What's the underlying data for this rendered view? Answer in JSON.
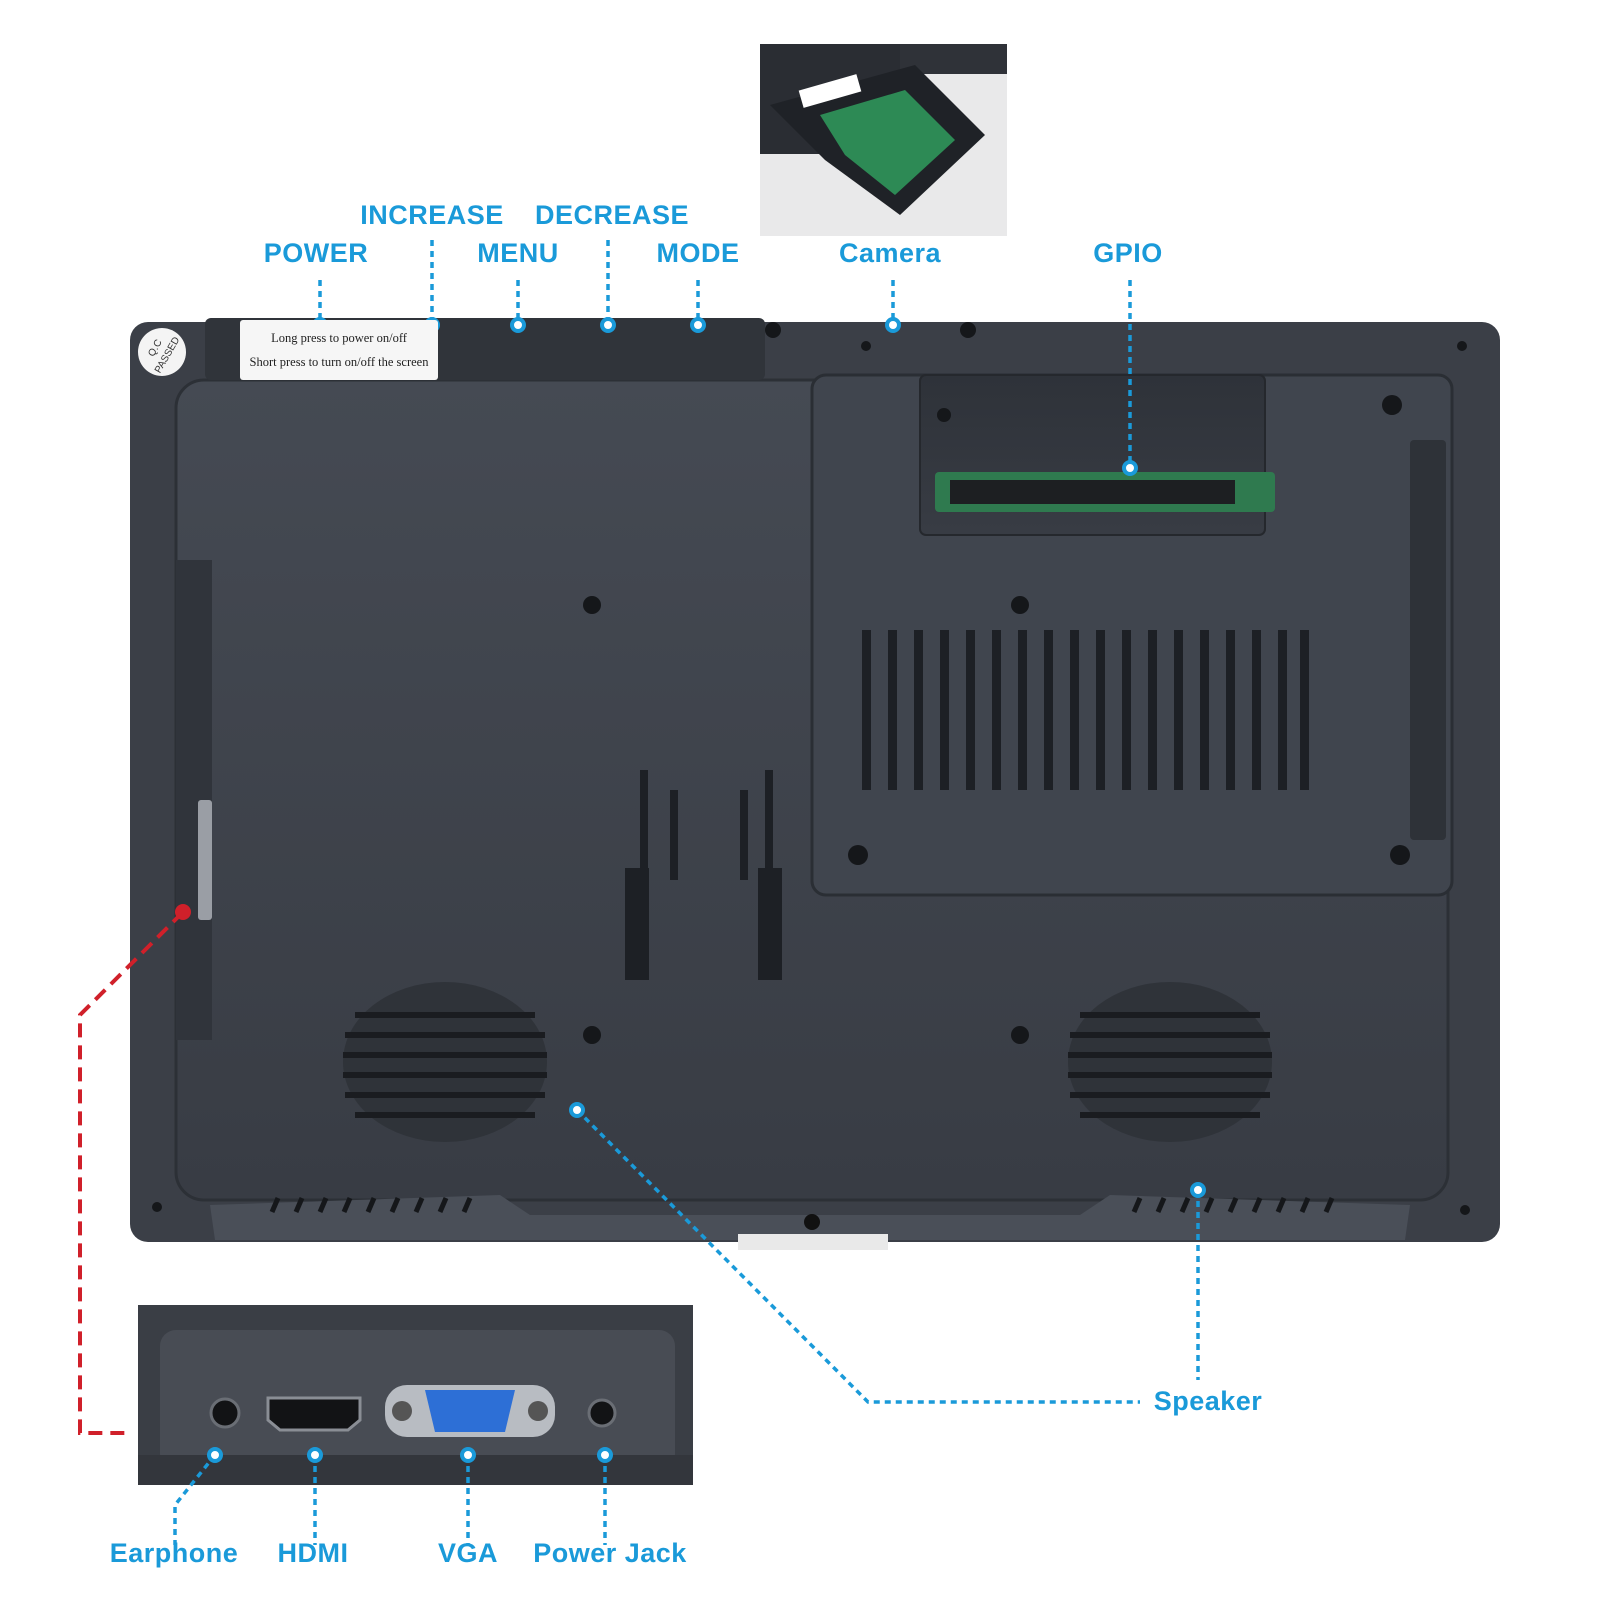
{
  "colors": {
    "label": "#1a9ad9",
    "red_line": "#d0202a",
    "body": "#3c4048",
    "panel": "#484d56"
  },
  "labels": {
    "power": "POWER",
    "increase": "INCREASE",
    "menu": "MENU",
    "decrease": "DECREASE",
    "mode": "MODE",
    "camera": "Camera",
    "gpio": "GPIO",
    "speaker": "Speaker",
    "earphone": "Earphone",
    "hdmi": "HDMI",
    "vga": "VGA",
    "power_jack": "Power Jack"
  },
  "sticker": {
    "line1": "Long press to power on/off",
    "line2": "Short press to turn on/off the screen"
  },
  "qc_badge": {
    "line1": "Q.C",
    "line2": "PASSED"
  }
}
